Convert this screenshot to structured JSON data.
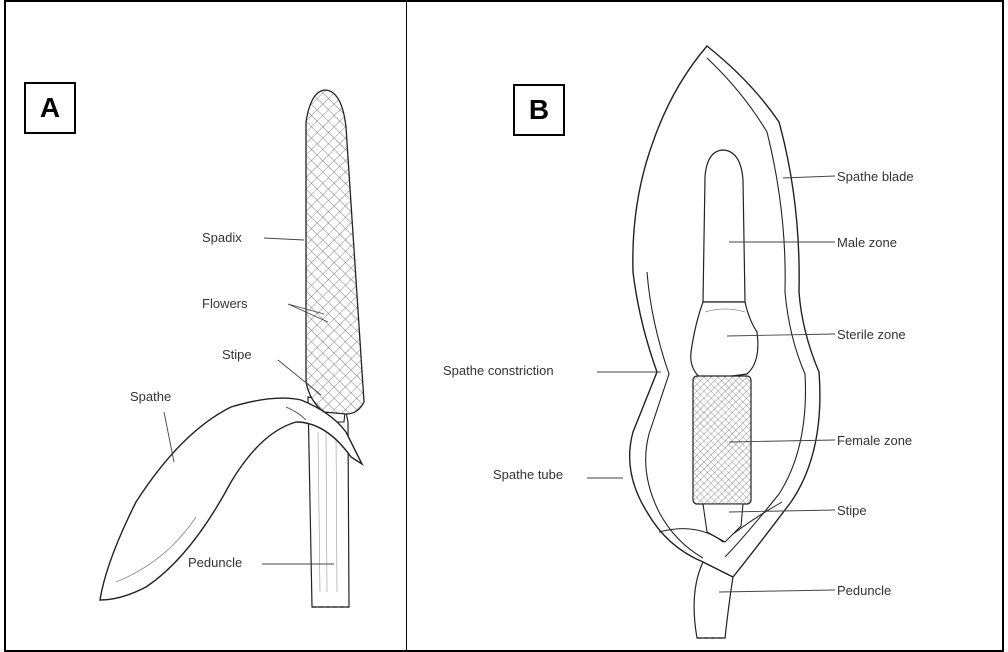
{
  "panel_a": {
    "badge": "A",
    "labels": {
      "spadix": "Spadix",
      "flowers": "Flowers",
      "stipe": "Stipe",
      "spathe": "Spathe",
      "peduncle": "Peduncle"
    }
  },
  "panel_b": {
    "badge": "B",
    "labels": {
      "spathe_blade": "Spathe blade",
      "male_zone": "Male zone",
      "sterile_zone": "Sterile zone",
      "spathe_constriction": "Spathe constriction",
      "female_zone": "Female zone",
      "spathe_tube": "Spathe tube",
      "stipe": "Stipe",
      "peduncle": "Peduncle"
    }
  }
}
